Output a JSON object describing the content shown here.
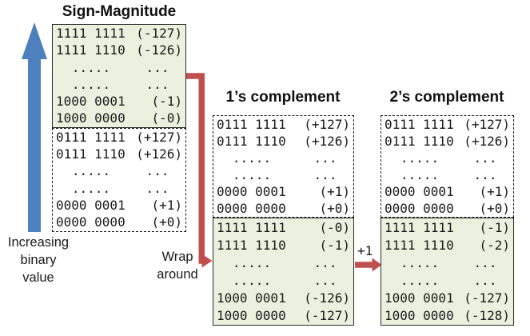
{
  "titles": {
    "sign_magnitude": "Sign-Magnitude",
    "ones_complement": "1’s complement",
    "twos_complement": "2’s complement"
  },
  "labels": {
    "increasing": [
      "Increasing",
      "binary",
      "value"
    ],
    "wrap": [
      "Wrap",
      "around"
    ],
    "plus_one": "+1"
  },
  "colors": {
    "blue_arrow": "#4E80BE",
    "red_arrow": "#C0504D",
    "green_fill": "#EBF1DE",
    "border": "#2B2B2B"
  },
  "tables": {
    "sign_magnitude": {
      "negative": [
        [
          "1111 1111",
          "(-127)"
        ],
        [
          "1111 1110",
          "(-126)"
        ],
        [
          ".....",
          "..."
        ],
        [
          ".....",
          "..."
        ],
        [
          "1000 0001",
          "(-1)"
        ],
        [
          "1000 0000",
          "(-0)"
        ]
      ],
      "positive": [
        [
          "0111 1111",
          "(+127)"
        ],
        [
          "0111 1110",
          "(+126)"
        ],
        [
          ".....",
          "..."
        ],
        [
          ".....",
          "..."
        ],
        [
          "0000 0001",
          "(+1)"
        ],
        [
          "0000 0000",
          "(+0)"
        ]
      ]
    },
    "ones_complement": {
      "positive": [
        [
          "0111 1111",
          "(+127)"
        ],
        [
          "0111 1110",
          "(+126)"
        ],
        [
          ".....",
          "..."
        ],
        [
          ".....",
          "..."
        ],
        [
          "0000 0001",
          "(+1)"
        ],
        [
          "0000 0000",
          "(+0)"
        ]
      ],
      "negative": [
        [
          "1111 1111",
          "(-0)"
        ],
        [
          "1111 1110",
          "(-1)"
        ],
        [
          ".....",
          "..."
        ],
        [
          ".....",
          "..."
        ],
        [
          "1000 0001",
          "(-126)"
        ],
        [
          "1000 0000",
          "(-127)"
        ]
      ]
    },
    "twos_complement": {
      "positive": [
        [
          "0111 1111",
          "(+127)"
        ],
        [
          "0111 1110",
          "(+126)"
        ],
        [
          ".....",
          "..."
        ],
        [
          ".....",
          "..."
        ],
        [
          "0000 0001",
          "(+1)"
        ],
        [
          "0000 0000",
          "(+0)"
        ]
      ],
      "negative": [
        [
          "1111 1111",
          "(-1)"
        ],
        [
          "1111 1110",
          "(-2)"
        ],
        [
          ".....",
          "..."
        ],
        [
          ".....",
          "..."
        ],
        [
          "1000 0001",
          "(-127)"
        ],
        [
          "1000 0000",
          "(-128)"
        ]
      ]
    }
  }
}
